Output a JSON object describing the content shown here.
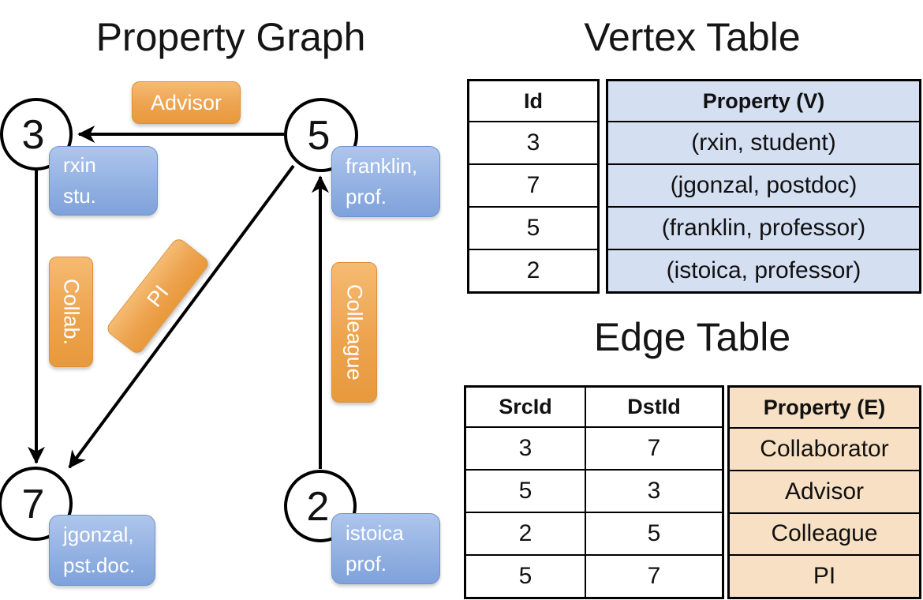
{
  "titles": {
    "graph": "Property Graph",
    "vertex_table": "Vertex Table",
    "edge_table": "Edge Table"
  },
  "graph": {
    "nodes": [
      {
        "id": "3",
        "property": {
          "line1": "rxin",
          "line2": "stu."
        }
      },
      {
        "id": "5",
        "property": {
          "line1": "franklin,",
          "line2": "prof."
        }
      },
      {
        "id": "7",
        "property": {
          "line1": "jgonzal,",
          "line2": "pst.doc."
        }
      },
      {
        "id": "2",
        "property": {
          "line1": "istoica",
          "line2": "prof."
        }
      }
    ],
    "edge_labels": [
      {
        "label": "Advisor"
      },
      {
        "label": "Collab."
      },
      {
        "label": "PI"
      },
      {
        "label": "Colleague"
      }
    ]
  },
  "vertex_table": {
    "headers": [
      "Id",
      "Property (V)"
    ],
    "rows": [
      [
        "3",
        "(rxin, student)"
      ],
      [
        "7",
        "(jgonzal, postdoc)"
      ],
      [
        "5",
        "(franklin, professor)"
      ],
      [
        "2",
        "(istoica, professor)"
      ]
    ]
  },
  "edge_table": {
    "headers": [
      "SrcId",
      "DstId",
      "Property (E)"
    ],
    "rows": [
      [
        "3",
        "7",
        "Collaborator"
      ],
      [
        "5",
        "3",
        "Advisor"
      ],
      [
        "2",
        "5",
        "Colleague"
      ],
      [
        "5",
        "7",
        "PI"
      ]
    ]
  },
  "colors": {
    "edge_label_orange": "#EDA34F",
    "vertex_label_blue": "#8FB0E2",
    "vertex_cell_fill": "#D5DFF2",
    "edge_cell_fill": "#F7E0C3",
    "line_black": "#000000"
  }
}
